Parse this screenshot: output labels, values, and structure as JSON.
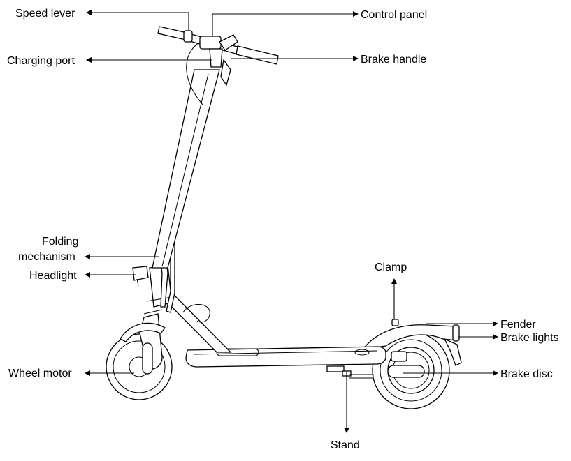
{
  "labels": {
    "speed_lever": "Speed lever",
    "control_panel": "Control panel",
    "charging_port": "Charging port",
    "brake_handle": "Brake handle",
    "folding_mechanism_line1": "Folding",
    "folding_mechanism_line2": "mechanism",
    "headlight": "Headlight",
    "clamp": "Clamp",
    "fender": "Fender",
    "brake_lights": "Brake lights",
    "wheel_motor": "Wheel motor",
    "brake_disc": "Brake disc",
    "stand": "Stand"
  }
}
